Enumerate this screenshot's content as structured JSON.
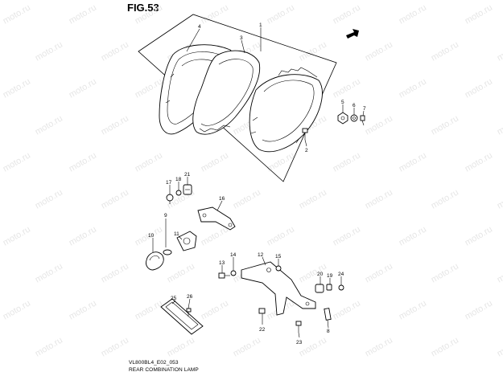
{
  "figure": {
    "title": "FIG.53"
  },
  "footer": {
    "code": "VL800BL4_E02_053",
    "name": "REAR COMBINATION LAMP"
  },
  "watermark": {
    "text": "moto.ru",
    "color": "#e6e6e6"
  },
  "callouts": [
    {
      "id": "1",
      "label": "1"
    },
    {
      "id": "2",
      "label": "2"
    },
    {
      "id": "3",
      "label": "3"
    },
    {
      "id": "4",
      "label": "4"
    },
    {
      "id": "5",
      "label": "5"
    },
    {
      "id": "6",
      "label": "6"
    },
    {
      "id": "7",
      "label": "7"
    },
    {
      "id": "8",
      "label": "8"
    },
    {
      "id": "9",
      "label": "9"
    },
    {
      "id": "10",
      "label": "10"
    },
    {
      "id": "11",
      "label": "11"
    },
    {
      "id": "12",
      "label": "12"
    },
    {
      "id": "13",
      "label": "13"
    },
    {
      "id": "14",
      "label": "14"
    },
    {
      "id": "15",
      "label": "15"
    },
    {
      "id": "16",
      "label": "16"
    },
    {
      "id": "17",
      "label": "17"
    },
    {
      "id": "18",
      "label": "18"
    },
    {
      "id": "19",
      "label": "19"
    },
    {
      "id": "20",
      "label": "20"
    },
    {
      "id": "21",
      "label": "21"
    },
    {
      "id": "22",
      "label": "22"
    },
    {
      "id": "23",
      "label": "23"
    },
    {
      "id": "24",
      "label": "24"
    },
    {
      "id": "25",
      "label": "25"
    },
    {
      "id": "26",
      "label": "26"
    }
  ]
}
